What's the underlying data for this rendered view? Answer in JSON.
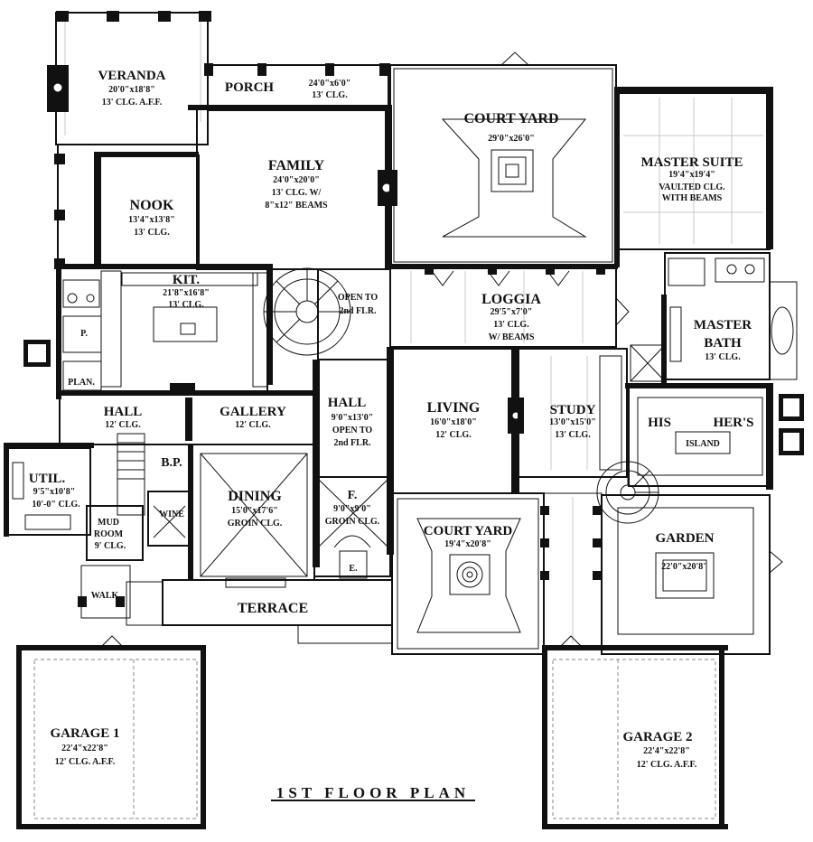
{
  "plan": {
    "title": "1ST FLOOR PLAN",
    "rooms": [
      {
        "id": "veranda",
        "name": "VERANDA",
        "lines": [
          "20'0\"x18'8\"",
          "13' CLG. A.F.F."
        ]
      },
      {
        "id": "porch",
        "name": "PORCH",
        "lines": []
      },
      {
        "id": "porch-dim",
        "name": "",
        "lines": [
          "24'0\"x6'0\"",
          "13' CLG."
        ]
      },
      {
        "id": "family",
        "name": "FAMILY",
        "lines": [
          "24'0\"x20'0\"",
          "13' CLG. W/",
          "8\"x12\" BEAMS"
        ]
      },
      {
        "id": "courtyard-n",
        "name": "COURT YARD",
        "lines": [
          "29'0\"x26'0\""
        ]
      },
      {
        "id": "master-suite",
        "name": "MASTER SUITE",
        "lines": [
          "19'4\"x19'4\"",
          "VAULTED CLG.",
          "WITH BEAMS"
        ]
      },
      {
        "id": "nook",
        "name": "NOOK",
        "lines": [
          "13'4\"x13'8\"",
          "13' CLG."
        ]
      },
      {
        "id": "kit",
        "name": "KIT.",
        "lines": [
          "21'8\"x16'8\"",
          "13' CLG."
        ]
      },
      {
        "id": "open-to",
        "name": "OPEN TO",
        "lines": [
          "2nd FLR."
        ]
      },
      {
        "id": "loggia",
        "name": "LOGGIA",
        "lines": [
          "29'5\"x7'0\"",
          "13' CLG.",
          "W/ BEAMS"
        ]
      },
      {
        "id": "master-bath",
        "name": "MASTER",
        "lines": [
          "BATH",
          "13' CLG."
        ]
      },
      {
        "id": "pantry",
        "name": "P.",
        "lines": []
      },
      {
        "id": "plan",
        "name": "PLAN.",
        "lines": []
      },
      {
        "id": "hall-w",
        "name": "HALL",
        "lines": [
          "12' CLG."
        ]
      },
      {
        "id": "gallery",
        "name": "GALLERY",
        "lines": [
          "12' CLG."
        ]
      },
      {
        "id": "hall-c",
        "name": "HALL",
        "lines": [
          "9'0\"x13'0\"",
          "OPEN TO",
          "2nd FLR."
        ]
      },
      {
        "id": "living",
        "name": "LIVING",
        "lines": [
          "16'0\"x18'0\"",
          "12' CLG."
        ]
      },
      {
        "id": "study",
        "name": "STUDY",
        "lines": [
          "13'0\"x15'0\"",
          "13' CLG."
        ]
      },
      {
        "id": "his",
        "name": "HIS",
        "lines": []
      },
      {
        "id": "hers",
        "name": "HER'S",
        "lines": []
      },
      {
        "id": "island",
        "name": "ISLAND",
        "lines": []
      },
      {
        "id": "util",
        "name": "UTIL.",
        "lines": [
          "9'5\"x10'8\"",
          "10'-0\" CLG."
        ]
      },
      {
        "id": "bp",
        "name": "B.P.",
        "lines": []
      },
      {
        "id": "dining",
        "name": "DINING",
        "lines": [
          "15'0\"x17'6\"",
          "GROIN CLG."
        ]
      },
      {
        "id": "foyer",
        "name": "F.",
        "lines": [
          "9'0\"x9'0\"",
          "GROIN CLG."
        ]
      },
      {
        "id": "courtyard-s",
        "name": "COURT YARD",
        "lines": [
          "19'4\"x20'8\""
        ]
      },
      {
        "id": "garden",
        "name": "GARDEN",
        "lines": [
          "22'0\"x20'8\""
        ]
      },
      {
        "id": "mudroom",
        "name": "MUD",
        "lines": [
          "ROOM",
          "9' CLG."
        ]
      },
      {
        "id": "wine",
        "name": "WINE",
        "lines": []
      },
      {
        "id": "entry",
        "name": "E.",
        "lines": []
      },
      {
        "id": "walk",
        "name": "WALK",
        "lines": []
      },
      {
        "id": "terrace",
        "name": "TERRACE",
        "lines": []
      },
      {
        "id": "garage-1",
        "name": "GARAGE 1",
        "lines": [
          "22'4\"x22'8\"",
          "12' CLG. A.F.F."
        ]
      },
      {
        "id": "garage-2",
        "name": "GARAGE 2",
        "lines": [
          "22'4\"x22'8\"",
          "12' CLG. A.F.F."
        ]
      }
    ]
  }
}
